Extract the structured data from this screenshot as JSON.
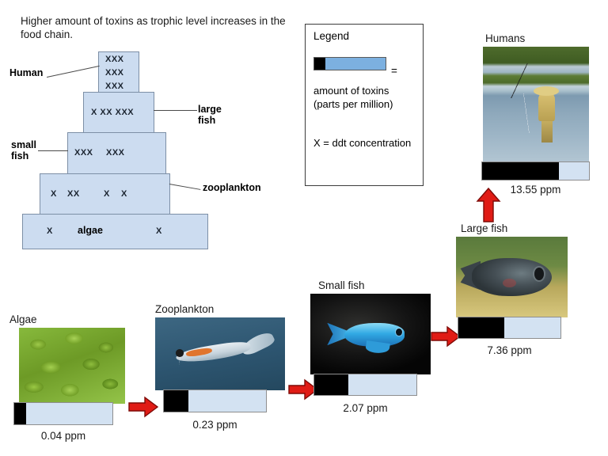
{
  "title": "Higher amount of toxins as trophic level increases in the food chain.",
  "colors": {
    "pyramid_fill": "#ccdcf0",
    "pyramid_stroke": "#7d8fa6",
    "legend_bar_blue": "#7cb0e0",
    "ppm_bar_fill": "#d3e2f2",
    "ppm_bar_toxin": "#000000",
    "arrow_red": "#e01b15"
  },
  "pyramid": {
    "levels": [
      {
        "name": "Human",
        "label_side": "left",
        "xs": [
          "XXX",
          "XXX",
          "XXX"
        ]
      },
      {
        "name": "large fish",
        "label_side": "right",
        "xs": [
          "X XX XXX"
        ]
      },
      {
        "name": "small fish",
        "label_side": "left",
        "xs": [
          "XXX    XXX"
        ]
      },
      {
        "name": "zooplankton",
        "label_side": "right",
        "xs": [
          "X   XX        X   X"
        ]
      },
      {
        "name": "algae",
        "label_side": "inside",
        "xs": [
          "X",
          "X"
        ]
      }
    ],
    "human_label": "Human",
    "large_fish_label_line1": "large",
    "large_fish_label_line2": "fish",
    "small_fish_label_line1": "small",
    "small_fish_label_line2": "fish",
    "zooplankton_label": "zooplankton",
    "algae_label": "algae",
    "human_xs": [
      "XXX",
      "XXX",
      "XXX"
    ],
    "large_fish_xs": "X XX XXX",
    "small_fish_xs_left": "XXX",
    "small_fish_xs_right": "XXX",
    "zoo_xs": [
      "X",
      "XX",
      "X",
      "X"
    ],
    "algae_x_left": "X",
    "algae_x_right": "X"
  },
  "legend": {
    "title": "Legend",
    "equals": "=",
    "description": "amount of toxins (parts per million)",
    "x_meaning": "X = ddt concentration"
  },
  "chain": [
    {
      "id": "algae",
      "label": "Algae",
      "ppm": "0.04 ppm",
      "toxin_fraction": 0.12,
      "photo": "algae-photo"
    },
    {
      "id": "zooplankton",
      "label": "Zooplankton",
      "ppm": "0.23 ppm",
      "toxin_fraction": 0.24,
      "photo": "zooplankton-photo"
    },
    {
      "id": "small-fish",
      "label": "Small fish",
      "ppm": "2.07 ppm",
      "toxin_fraction": 0.33,
      "photo": "small-fish-photo"
    },
    {
      "id": "large-fish",
      "label": "Large fish",
      "ppm": "7.36 ppm",
      "toxin_fraction": 0.45,
      "photo": "large-fish-photo"
    },
    {
      "id": "humans",
      "label": "Humans",
      "ppm": "13.55 ppm",
      "toxin_fraction": 0.72,
      "photo": "human-fishing-photo"
    }
  ]
}
